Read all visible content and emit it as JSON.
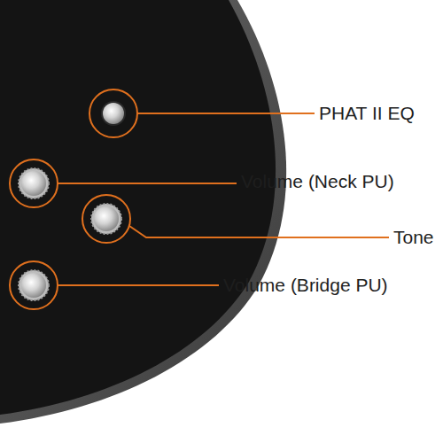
{
  "diagram": {
    "labels": [
      "PHAT II EQ",
      "Volume (Neck PU)",
      "Tone",
      "Volume (Bridge PU)"
    ]
  }
}
